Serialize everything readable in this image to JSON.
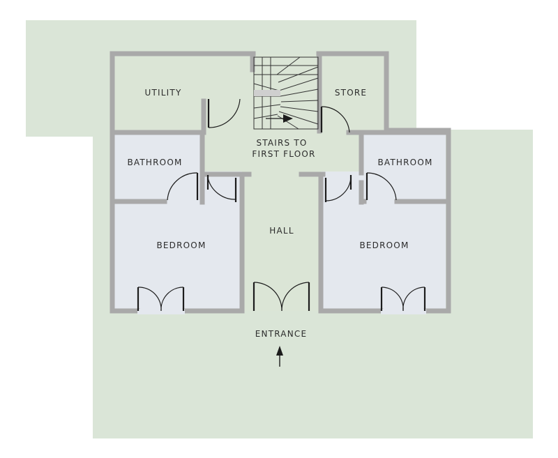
{
  "plan": {
    "colors": {
      "garden": "#dae5d7",
      "living": "#dbe5d6",
      "bedroom": "#e4e8ee",
      "wall": "#a9a9a9",
      "line": "#1c1c1c"
    },
    "rooms": {
      "utility": "UTILITY",
      "store": "STORE",
      "stairs_line1": "STAIRS TO",
      "stairs_line2": "FIRST FLOOR",
      "bathroom_left": "BATHROOM",
      "bathroom_right": "BATHROOM",
      "hall": "HALL",
      "bedroom_left": "BEDROOM",
      "bedroom_right": "BEDROOM"
    },
    "entrance_label": "ENTRANCE"
  }
}
